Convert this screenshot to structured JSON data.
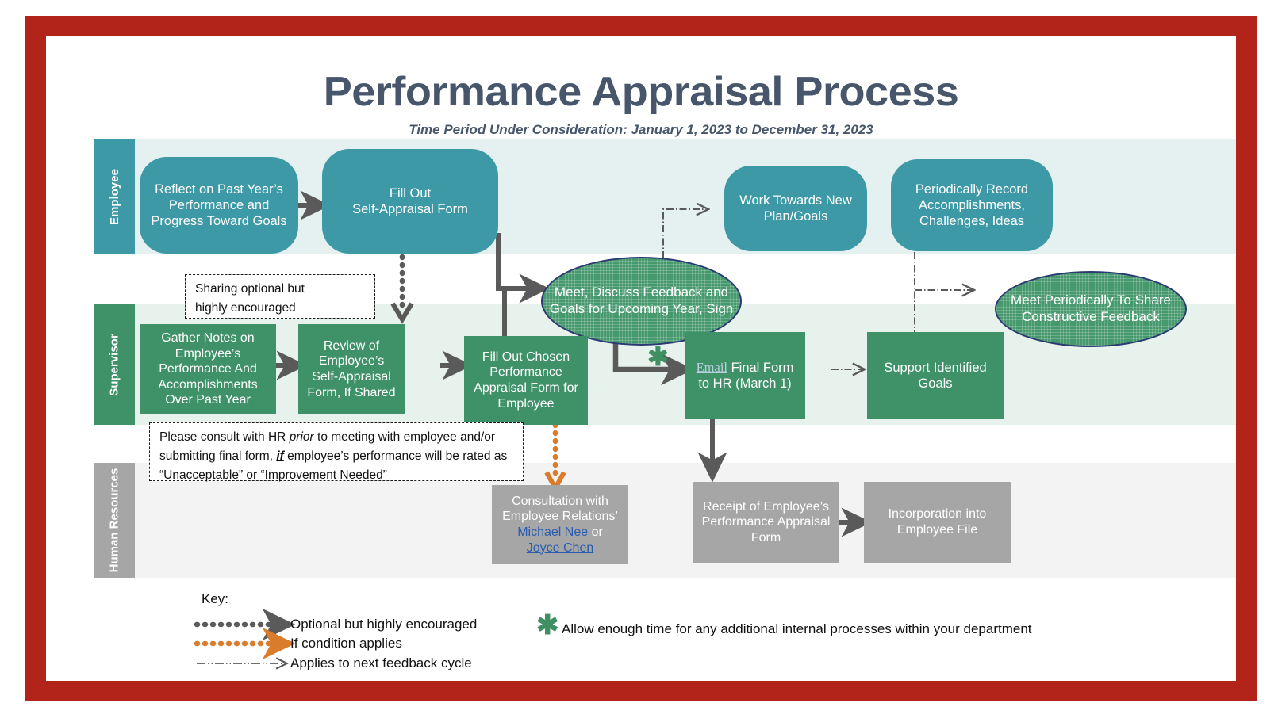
{
  "theme": {
    "frame_red": "#b2231a",
    "teal": "#3e99a6",
    "green": "#3f9268",
    "gray": "#a6a6a6",
    "ellipse_fill": "#46996d",
    "ellipse_border": "#2b3a72",
    "title_color": "#47566b",
    "connector_gray": "#5a5a5a",
    "orange": "#d97c2b",
    "link_blue": "#2a5db0"
  },
  "header": {
    "title": "Performance Appraisal Process",
    "subtitle": "Time Period Under Consideration: January 1, 2023 to December 31, 2023"
  },
  "lanes": [
    {
      "id": "employee",
      "label": "Employee",
      "tab_color": "#3e99a6",
      "body_color": "#e5f0f1"
    },
    {
      "id": "supervisor",
      "label": "Supervisor",
      "tab_color": "#3f9268",
      "body_color": "#e8f2ec"
    },
    {
      "id": "hr",
      "label": "Human Resources",
      "tab_color": "#a6a6a6",
      "body_color": "#f3f3f3"
    }
  ],
  "employee_nodes": [
    {
      "id": "reflect",
      "text": "Reflect on Past Year’s Performance and Progress Toward Goals"
    },
    {
      "id": "self-appraisal",
      "text": "Fill Out\nSelf-Appraisal Form"
    },
    {
      "id": "work-towards",
      "text": "Work Towards New Plan/Goals"
    },
    {
      "id": "record-accomplishments",
      "text": "Periodically Record Accomplishments, Challenges, Ideas"
    }
  ],
  "ellipse_nodes": [
    {
      "id": "meet-discuss",
      "text": "Meet, Discuss Feedback and Goals for Upcoming Year, Sign"
    },
    {
      "id": "meet-periodically",
      "text": "Meet Periodically To Share Constructive Feedback"
    }
  ],
  "supervisor_nodes": [
    {
      "id": "gather-notes",
      "text": "Gather Notes on Employee’s Performance And Accomplishments Over Past Year"
    },
    {
      "id": "review-self-appraisal",
      "text": "Review of Employee’s Self-Appraisal Form, If Shared"
    },
    {
      "id": "fill-out-chosen",
      "text": "Fill Out Chosen Performance Appraisal Form for Employee"
    },
    {
      "id": "email-hr",
      "link_text": "Email",
      "rest_text": " Final Form to HR (March 1)"
    },
    {
      "id": "support-goals",
      "text": "Support Identified Goals"
    }
  ],
  "hr_nodes": [
    {
      "id": "consultation",
      "line1": "Consultation with",
      "line2": "Employee Relations’",
      "link1": "Michael Nee",
      "mid": " or ",
      "link2": "Joyce Chen"
    },
    {
      "id": "receipt",
      "text": "Receipt of Employee’s Performance Appraisal Form"
    },
    {
      "id": "incorporation",
      "text": "Incorporation into Employee File"
    }
  ],
  "notes": [
    {
      "id": "sharing-note",
      "line1": "Sharing optional but",
      "line2": "highly encouraged"
    },
    {
      "id": "hr-consult-note",
      "p1": "Please consult with HR ",
      "em1": "prior",
      "p2": " to meeting with employee and/or submitting final form, ",
      "em2": "if",
      "p3": " employee’s performance will be rated as “Unacceptable” or “Improvement Needed”"
    }
  ],
  "key": {
    "title": "Key:",
    "items": [
      {
        "id": "optional",
        "label": "Optional but highly encouraged",
        "style": "dotted-gray",
        "color": "#5a5a5a"
      },
      {
        "id": "condition",
        "label": "If condition applies",
        "style": "dotted-orange",
        "color": "#d97c2b"
      },
      {
        "id": "next-cycle",
        "label": "Applies to next feedback cycle",
        "style": "dash-dot-gray",
        "color": "#5a5a5a"
      }
    ],
    "asterisk_symbol": "✱",
    "asterisk_note": "Allow enough time for any additional internal processes within your department"
  }
}
